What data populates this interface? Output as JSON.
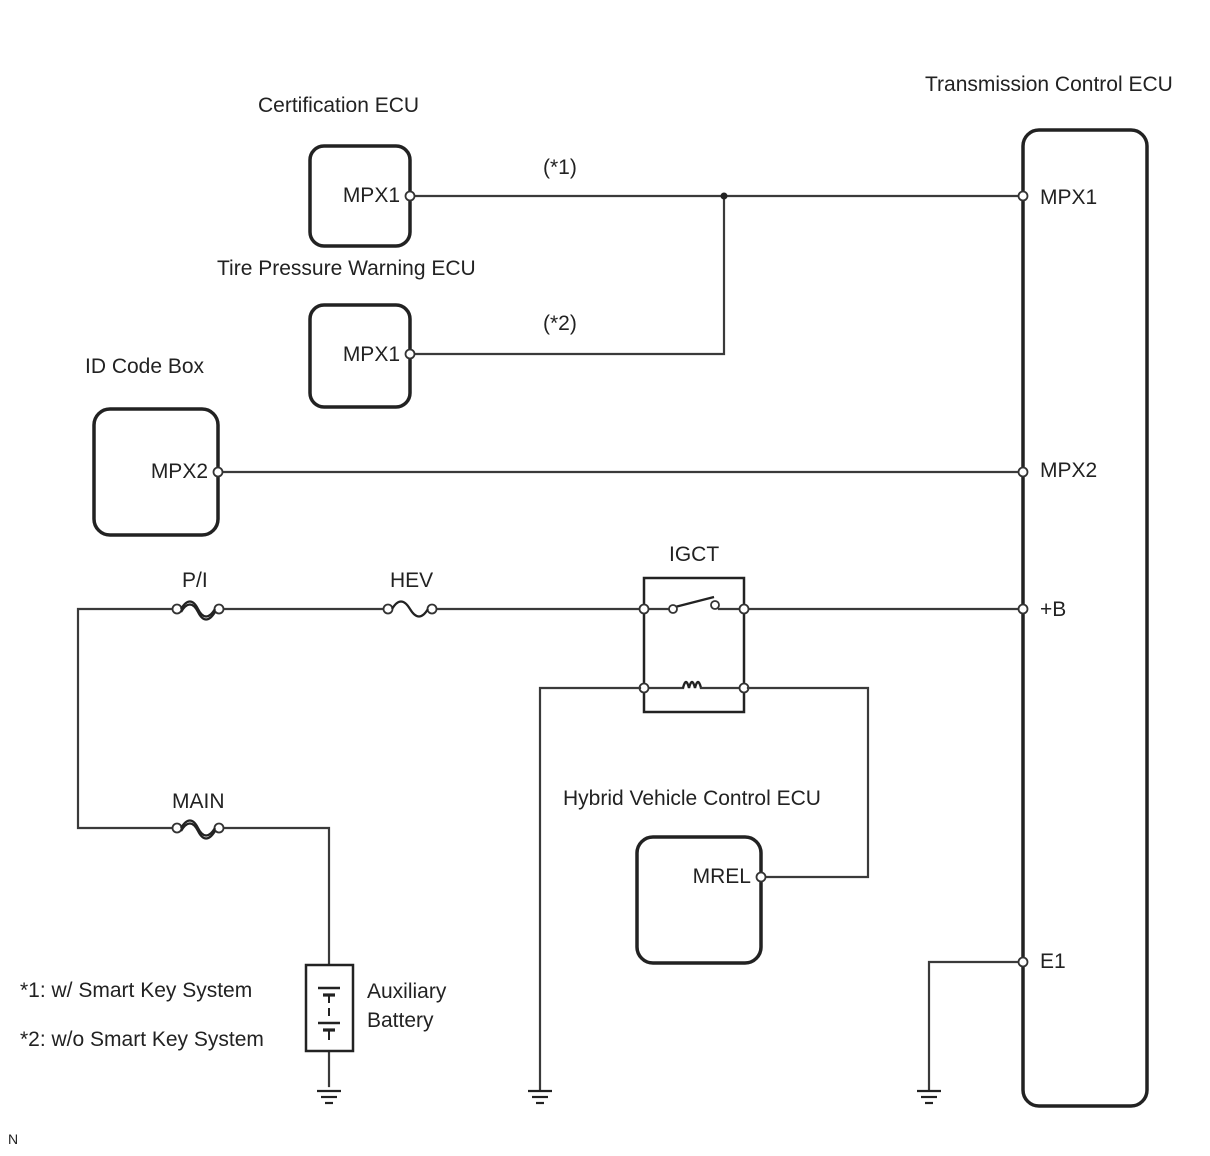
{
  "components": {
    "tcm": {
      "title": "Transmission Control ECU",
      "pins": [
        "MPX1",
        "MPX2",
        "+B",
        "E1"
      ]
    },
    "cert": {
      "title": "Certification ECU",
      "pin": "MPX1"
    },
    "tpw": {
      "title": "Tire Pressure Warning ECU",
      "pin": "MPX1"
    },
    "idbox": {
      "title": "ID Code Box",
      "pin": "MPX2"
    },
    "hv": {
      "title": "Hybrid Vehicle Control ECU",
      "pin": "MREL"
    },
    "igct": {
      "title": "IGCT"
    },
    "battery": {
      "title_line1": "Auxiliary",
      "title_line2": "Battery"
    }
  },
  "fuses": {
    "pi": "P/I",
    "hev": "HEV",
    "main": "MAIN"
  },
  "wire_notes": {
    "n1": "(*1)",
    "n2": "(*2)"
  },
  "legend": [
    "*1: w/ Smart Key System",
    "*2: w/o Smart Key System"
  ],
  "corner_mark": "N"
}
